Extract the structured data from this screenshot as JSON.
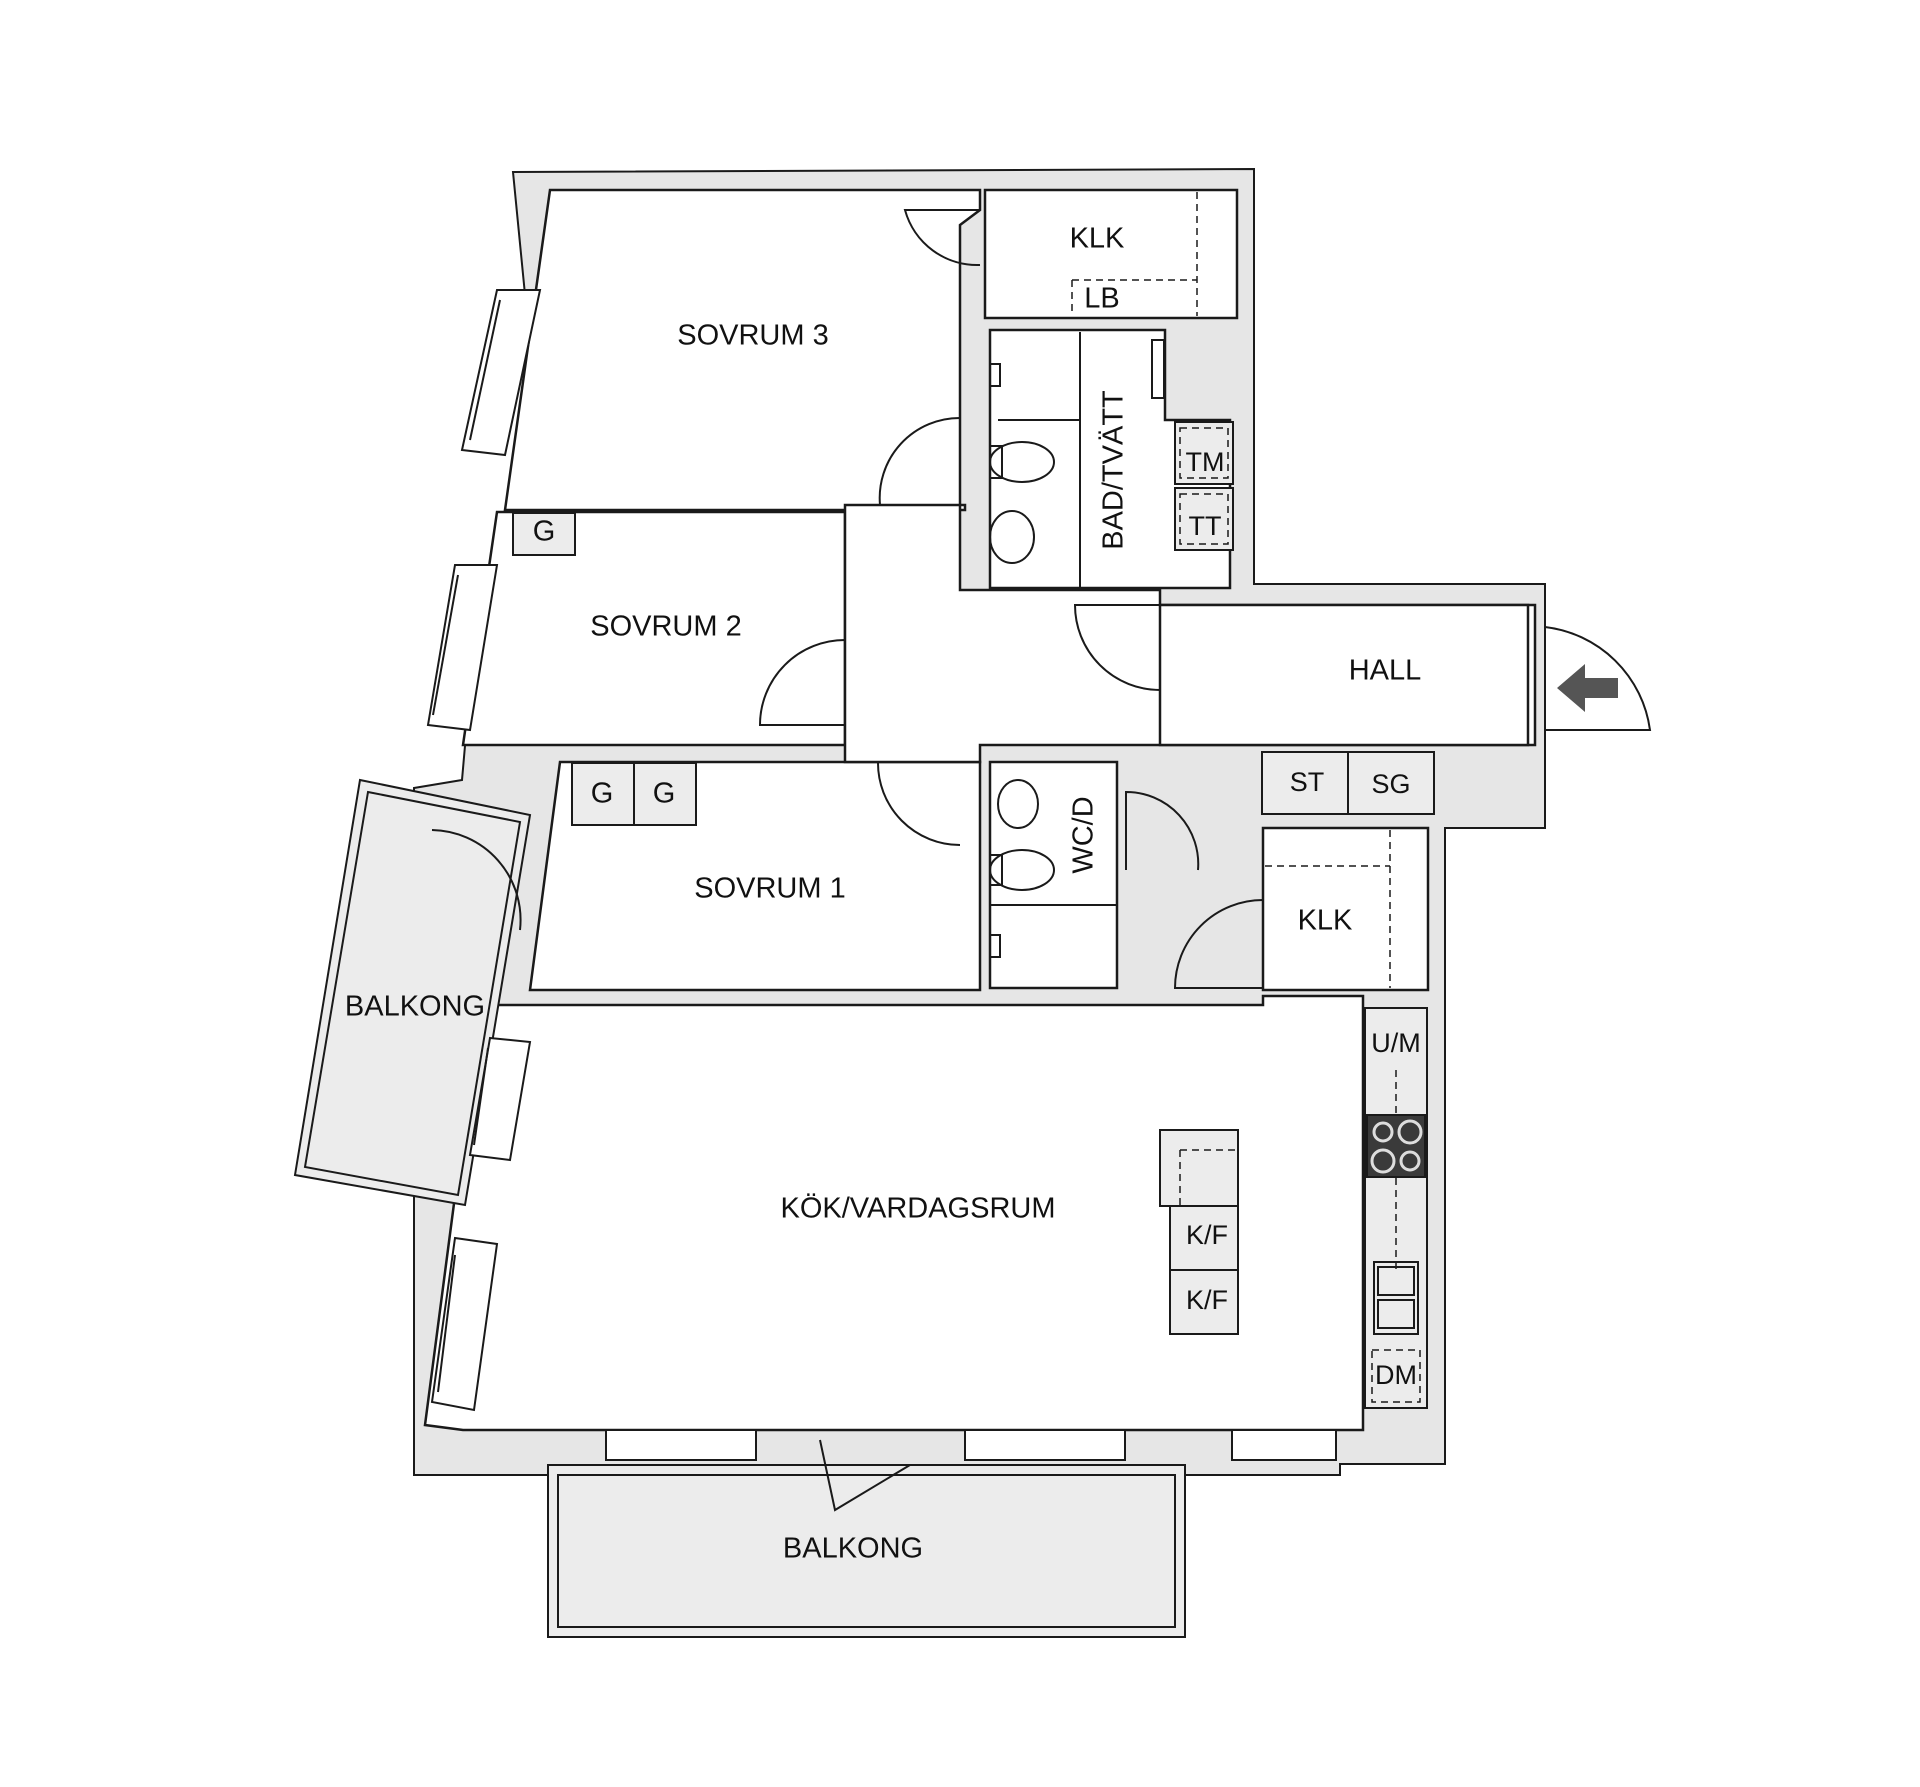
{
  "rooms": {
    "sovrum3": "SOVRUM 3",
    "sovrum2": "SOVRUM 2",
    "sovrum1": "SOVRUM 1",
    "klk_top": "KLK",
    "lb": "LB",
    "bad": "BAD/TVÄTT",
    "tm": "TM",
    "tt": "TT",
    "hall": "HALL",
    "st": "ST",
    "sg": "SG",
    "wcd": "WC/D",
    "klk_hall": "KLK",
    "g_sovrum2": "G",
    "g1_sovrum1": "G",
    "g2_sovrum1": "G",
    "balkong_side": "BALKONG",
    "kok": "KÖK/VARDAGSRUM",
    "kf1": "K/F",
    "kf2": "K/F",
    "um": "U/M",
    "dm": "DM",
    "balkong_bottom": "BALKONG"
  },
  "colors": {
    "wall_fill": "#e6e6e6",
    "line": "#1a1a1a",
    "stove": "#3a3a3a",
    "entry_arrow": "#555555"
  },
  "icons": {
    "entry": "entry-arrow-icon"
  }
}
